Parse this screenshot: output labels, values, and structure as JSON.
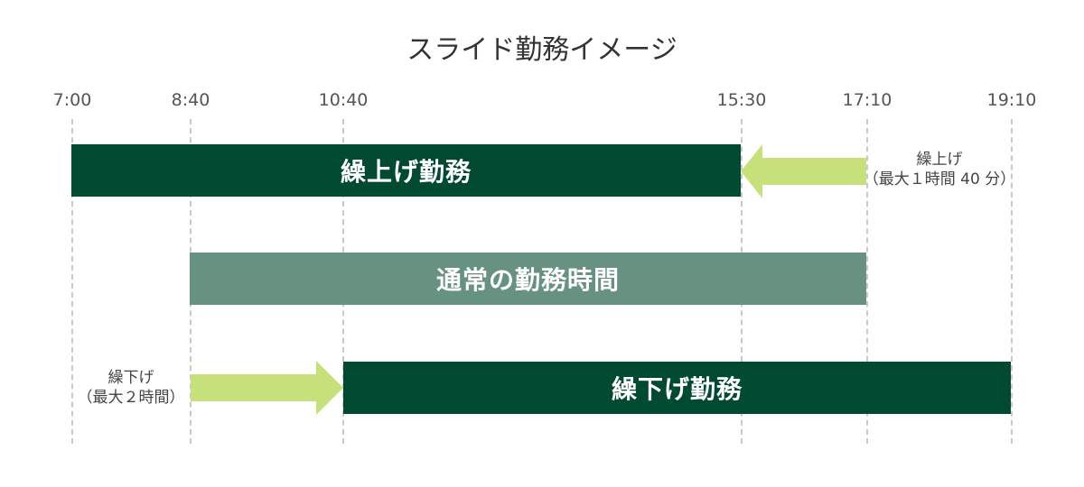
{
  "title": "スライド勤務イメージ",
  "times": [
    "7:00",
    "8:40",
    "10:40",
    "15:30",
    "17:10",
    "19:10"
  ],
  "bars": {
    "early": "繰上げ勤務",
    "normal": "通常の勤務時間",
    "late": "繰下げ勤務"
  },
  "notes": {
    "early_line1": "繰上げ",
    "early_line2": "（最大１時間 40 分）",
    "late_line1": "繰下げ",
    "late_line2": "（最大２時間）"
  },
  "colors": {
    "dark_green": "#004a32",
    "mid_green": "#679281",
    "arrow_green": "#c6e17a"
  }
}
